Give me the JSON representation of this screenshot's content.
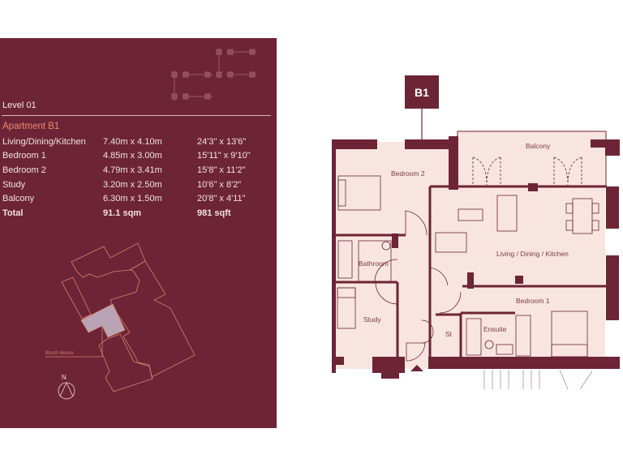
{
  "colors": {
    "panel_bg": "#6d2436",
    "accent": "#ee8a6e",
    "text": "#f1e2e3",
    "floor_fill": "#f8e5df",
    "wall": "#6d2436",
    "highlight": "#b8a4b4"
  },
  "panel": {
    "level": "Level 01",
    "apartment_title": "Apartment B1",
    "rooms": [
      {
        "name": "Living/Dining/Kitchen",
        "metric": "7.40m x 4.10m",
        "imperial": "24'3\" x 13'6\""
      },
      {
        "name": "Bedroom 1",
        "metric": "4.85m x 3.00m",
        "imperial": "15'11\" x 9'10\""
      },
      {
        "name": "Bedroom 2",
        "metric": "4.79m x 3.41m",
        "imperial": "15'8\" x 11'2\""
      },
      {
        "name": "Study",
        "metric": "3.20m x 2.50m",
        "imperial": "10'6\" x 8'2\""
      },
      {
        "name": "Balcony",
        "metric": "6.30m x 1.50m",
        "imperial": "20'8\" x 4'11\""
      }
    ],
    "total": {
      "name": "Total",
      "metric": "91.1 sqm",
      "imperial": "981 sqft"
    },
    "site_plan": {
      "building_label": "Brush House",
      "north_label": "N"
    }
  },
  "floorplan": {
    "unit_tag": "B1",
    "labels": {
      "balcony": "Balcony",
      "bedroom2": "Bedroom 2",
      "living": "Living / Dining / Kitchen",
      "bathroom": "Bathroom",
      "bedroom1": "Bedroom 1",
      "study": "Study",
      "store": "St",
      "ensuite": "Ensuite"
    }
  }
}
